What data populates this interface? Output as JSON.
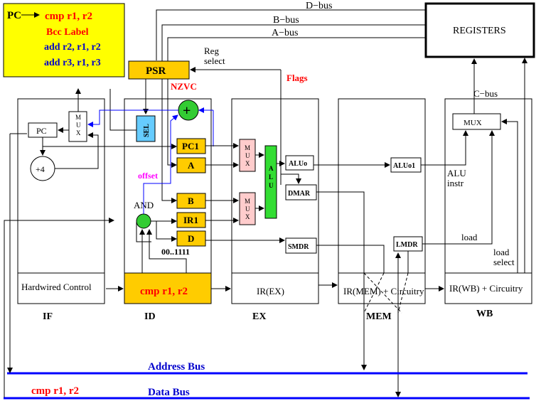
{
  "code_box": {
    "pc_label": "PC",
    "lines": [
      "cmp r1, r2",
      "Bcc Label",
      "add  r2, r1, r2",
      "add  r3, r1, r3"
    ],
    "line_colors": [
      "#ff0000",
      "#ff0000",
      "#0000cc",
      "#0000cc"
    ],
    "bg": "#ffff00"
  },
  "buses": {
    "d_bus": "D−bus",
    "b_bus": "B−bus",
    "a_bus": "A−bus",
    "c_bus": "C−bus",
    "address_bus": "Address Bus",
    "data_bus": "Data Bus",
    "bus_color": "#0000ff"
  },
  "registers": {
    "label": "REGISTERS"
  },
  "psr": {
    "label": "PSR",
    "flags_label": "NZVC",
    "flags_text": "Flags",
    "reg_select_line1": "Reg",
    "reg_select_line2": "select",
    "color": "#ffcc00"
  },
  "if_stage": {
    "pc": "PC",
    "mux": "MUX",
    "plus4": "+4",
    "control": "Hardwired Control",
    "stage": "IF"
  },
  "id_stage": {
    "sel": "SEL",
    "adder": "+",
    "regs": [
      "PC1",
      "A",
      "B",
      "IR1",
      "D"
    ],
    "offset": "offset",
    "and": "AND",
    "mask": "00..1111",
    "instr": "cmp r1, r2",
    "stage": "ID",
    "reg_color": "#ffcc00",
    "sel_color": "#66ccff",
    "adder_color": "#33cc33",
    "offset_color": "#ff00ff"
  },
  "ex_stage": {
    "mux1": "MUX",
    "mux2": "MUX",
    "alu": "ALU",
    "aluo": "ALUo",
    "dmar": "DMAR",
    "smdr": "SMDR",
    "ir": "IR(EX)",
    "stage": "EX",
    "mux_color": "#ffcccc",
    "alu_color": "#33dd33"
  },
  "mem_stage": {
    "aluo1": "ALUo1",
    "lmdr": "LMDR",
    "ir": "IR(MEM) + Circuitry",
    "stage": "MEM"
  },
  "wb_stage": {
    "mux": "MUX",
    "alu_instr_line1": "ALU",
    "alu_instr_line2": "instr",
    "load": "load",
    "load_select_line1": "load",
    "load_select_line2": "select",
    "ir": "IR(WB) + Circuitry",
    "stage": "WB"
  },
  "bottom_instr": "cmp r1, r2"
}
